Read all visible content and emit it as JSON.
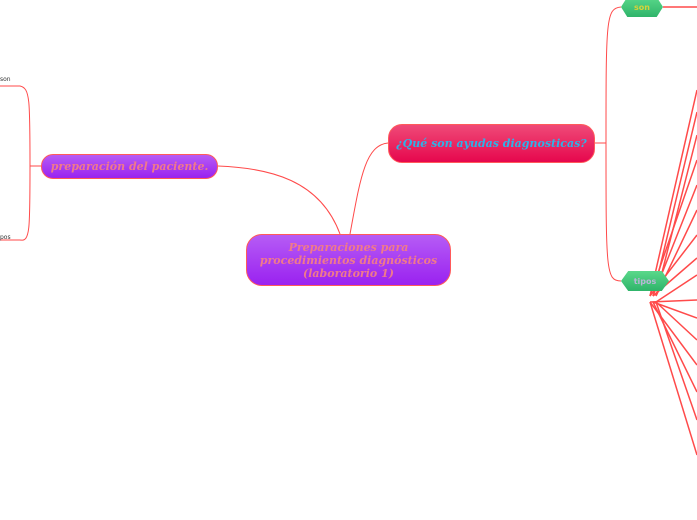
{
  "central": {
    "label": "Preparaciones para procedimientos diagnósticos (laboratorio 1)"
  },
  "left_branch": {
    "label": "preparación del paciente.",
    "children": [
      "son",
      "pos"
    ]
  },
  "right_branch": {
    "label": "¿Qué son ayudas diagnosticas?",
    "children": [
      {
        "label": "son"
      },
      {
        "label": "tipos"
      }
    ]
  },
  "colors": {
    "link": "#ff4a4a",
    "central": "#9a22f0",
    "question": "#e6074d",
    "hex": "#3cc878"
  }
}
